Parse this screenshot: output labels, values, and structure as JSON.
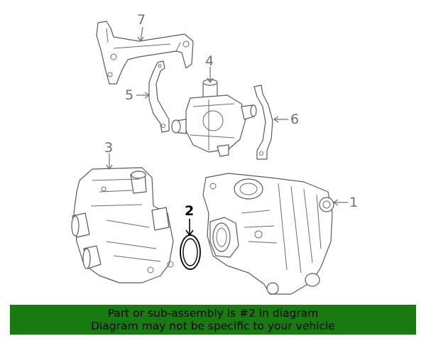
{
  "callouts": [
    {
      "id": "1",
      "label": "1"
    },
    {
      "id": "2",
      "label": "2"
    },
    {
      "id": "3",
      "label": "3"
    },
    {
      "id": "4",
      "label": "4"
    },
    {
      "id": "5",
      "label": "5"
    },
    {
      "id": "6",
      "label": "6"
    },
    {
      "id": "7",
      "label": "7"
    }
  ],
  "highlighted_part": "2",
  "banner": {
    "line1": "Part or sub-assembly is #2 in diagram",
    "line2": "Diagram may not be specific to your vehicle",
    "background": "#1a7a12"
  },
  "colors": {
    "line_art": "#5a5a5a",
    "callout_text": "#6f6f6f",
    "highlight": "#000000"
  }
}
